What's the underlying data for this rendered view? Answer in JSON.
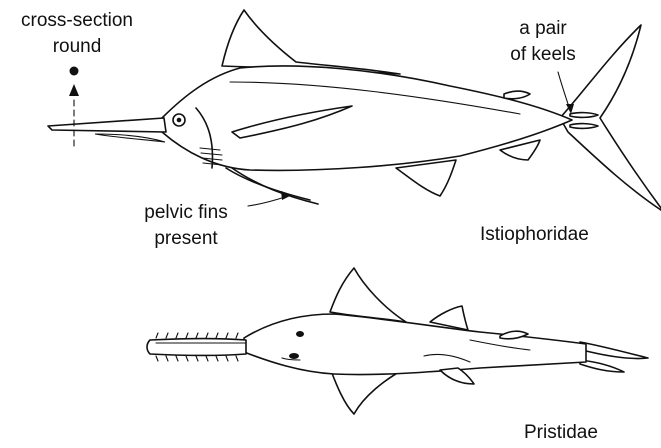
{
  "labels": {
    "cross_section_line1": "cross-section",
    "cross_section_line2": "round",
    "keels_line1": "a pair",
    "keels_line2": "of keels",
    "pelvic_line1": "pelvic fins",
    "pelvic_line2": "present",
    "family_top": "Istiophoridae",
    "family_bottom": "Pristidae"
  }
}
